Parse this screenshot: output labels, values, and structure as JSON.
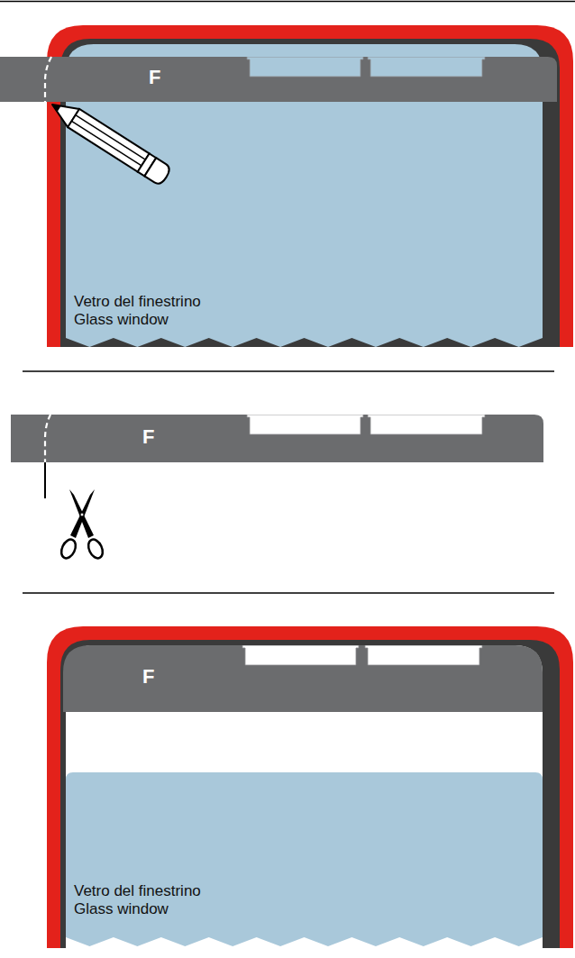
{
  "diagram": {
    "nodes": [
      {
        "text": [
          "F"
        ]
      },
      {
        "text": [
          "Vetro del finestrino",
          "Glass window"
        ]
      },
      {
        "text": [
          "F"
        ]
      },
      {
        "text": [
          "F"
        ]
      },
      {
        "text": [
          "Vetro del finestrino",
          "Glass window"
        ]
      }
    ]
  }
}
